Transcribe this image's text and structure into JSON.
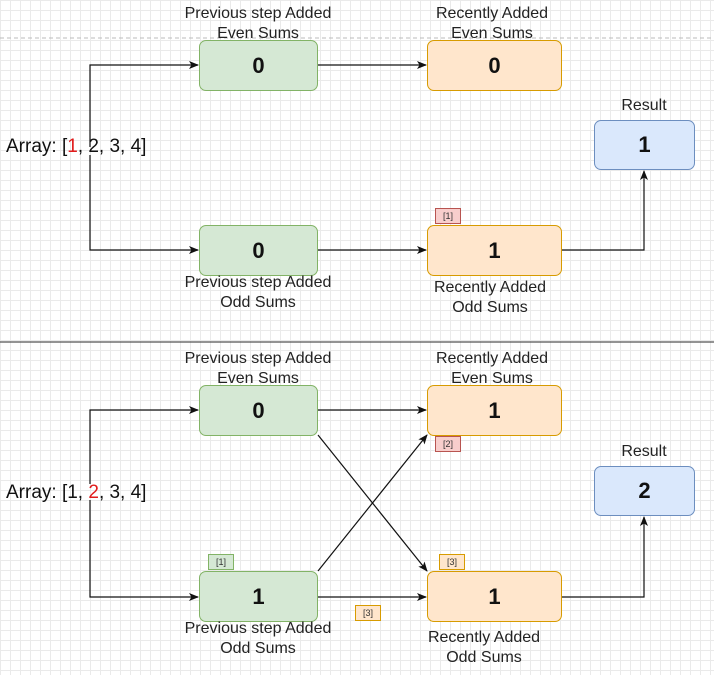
{
  "panel1": {
    "prev_even_label": "Previous step Added\nEven Sums",
    "recent_even_label": "Recently Added\nEven Sums",
    "prev_odd_label": "Previous step Added\nOdd Sums",
    "recent_odd_label": "Recently Added\nOdd Sums",
    "result_label": "Result",
    "prev_even_value": "0",
    "recent_even_value": "0",
    "prev_odd_value": "0",
    "recent_odd_value": "1",
    "result_value": "1",
    "array_prefix": "Array: [",
    "array_highlight": "1",
    "array_suffix": ", 2, 3, 4]",
    "tag_recent_odd": "[1]"
  },
  "panel2": {
    "prev_even_label": "Previous step Added\nEven Sums",
    "recent_even_label": "Recently Added\nEven Sums",
    "prev_odd_label": "Previous step Added\nOdd Sums",
    "recent_odd_label": "Recently Added\nOdd Sums",
    "result_label": "Result",
    "prev_even_value": "0",
    "recent_even_value": "1",
    "prev_odd_value": "1",
    "recent_odd_value": "1",
    "result_value": "2",
    "array_prefix": "Array: [1, ",
    "array_highlight": "2",
    "array_suffix": ", 3, 4]",
    "tag_recent_even": "[2]",
    "tag_prev_odd": "[1]",
    "tag_recent_odd": "[3]",
    "tag_edge": "[3]"
  },
  "colors": {
    "green_fill": "#d5e8d4",
    "orange_fill": "#ffe6cc",
    "blue_fill": "#dae8fc",
    "red_tag_fill": "#f8cecc",
    "highlight_red": "#e01b1b"
  }
}
